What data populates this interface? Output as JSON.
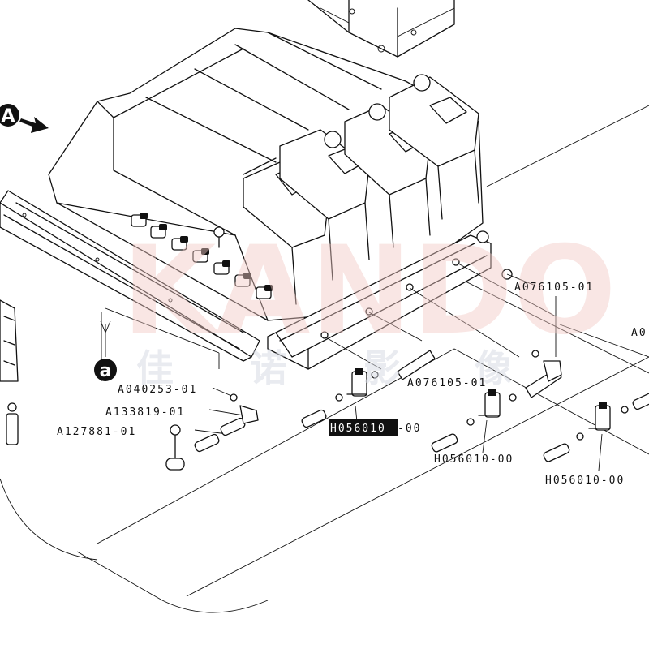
{
  "watermark": {
    "latin": "KANDO",
    "chinese": [
      "佳",
      "诺",
      "影",
      "像"
    ]
  },
  "callouts": {
    "view_a": "A",
    "detail_a": "a"
  },
  "part_labels": [
    {
      "id": "a076105-upper",
      "text": "A076105-01"
    },
    {
      "id": "a07-edge",
      "text": "A0"
    },
    {
      "id": "a076105-lower",
      "text": "A076105-01"
    },
    {
      "id": "a040253",
      "text": "A040253-01"
    },
    {
      "id": "a133819",
      "text": "A133819-01"
    },
    {
      "id": "a127881",
      "text": "A127881-01"
    },
    {
      "id": "h056010-highlight",
      "text_hl": "H056010",
      "text_rest": "-00"
    },
    {
      "id": "h056010-mid",
      "text": "H056010-00"
    },
    {
      "id": "h056010-right",
      "text": "H056010-00"
    }
  ],
  "colors": {
    "line": "#111111",
    "highlight_bg": "#111111",
    "highlight_text": "#ffffff",
    "watermark_latin": "#f2c9c4",
    "watermark_chinese": "#d8dbe4"
  }
}
